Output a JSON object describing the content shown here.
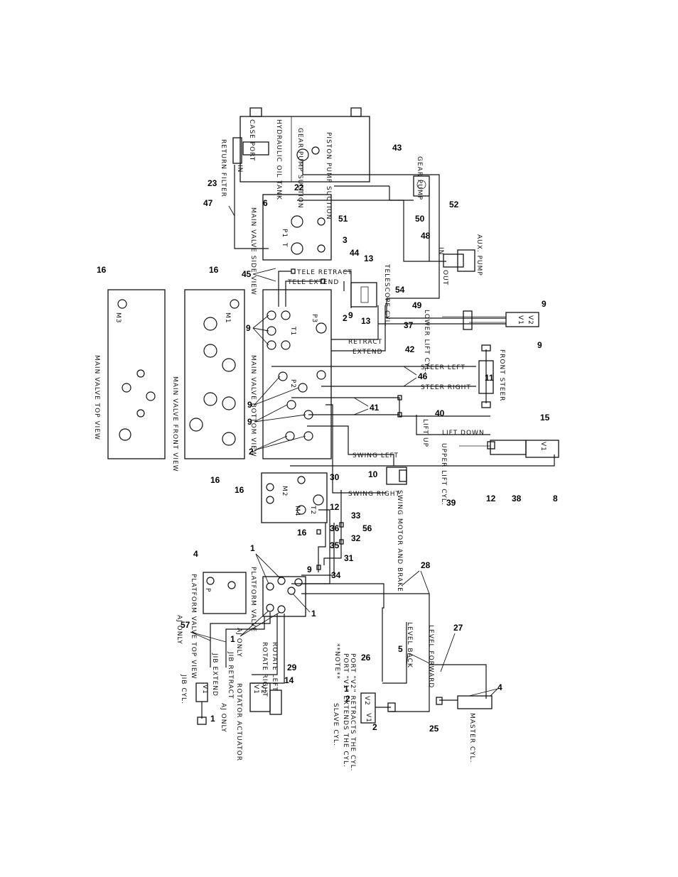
{
  "components": {
    "tank_title": "HYDRAULIC OIL TANK",
    "case_port": "CASE PORT",
    "gear_suction": "GEAR PUMP SUCTION",
    "piston_suction": "PISTON PUMP SUCTION",
    "return_filter": "RETURN FILTER",
    "in1": "IN",
    "gear_pump": "GEAR PUMP",
    "aux_pump": "AUX. PUMP",
    "out": "OUT",
    "in2": "IN",
    "mv_side": "MAIN VALVE SIDE VIEW",
    "mv_top": "MAIN VALVE TOP VIEW",
    "mv_front": "MAIN VALVE FRONT VIEW",
    "mv_bottom": "MAIN VALVE BOTTOM VIEW",
    "telescope": "TELESCOPE CYL.",
    "lower_lift": "LOWER LIFT CYL.",
    "upper_lift": "UPPER LIFT CYL.",
    "front_steer": "FRONT STEER",
    "swing_motor": "SWING MOTOR AND BRAKE",
    "platform_valve": "PLATFORM VALVE",
    "platform_top": "PLATFORM VALVE TOP VIEW",
    "jib_cyl": "JIB CYL.",
    "aj_only": "AJ ONLY",
    "rotator": "ROTATOR ACTUATOR",
    "slave": "SLAVE CYL.",
    "master": "MASTER CYL.",
    "note_title": "**NOTE**",
    "note1": "PORT \"V1\" EXTENDS THE CYL.",
    "note2": "PORT \"V2\" RETRACTS THE CYL."
  },
  "ports": {
    "p1": "P1",
    "t": "T",
    "m3": "M3",
    "m1": "M1",
    "m2": "M2",
    "m4": "M4",
    "t2": "T2",
    "p2": "P2",
    "p3": "P3",
    "t1": "T1",
    "v1": "V1",
    "v2": "V2",
    "p": "P"
  },
  "lines": {
    "tele_retract": "TELE RETRACT",
    "tele_extend": "TELE EXTEND",
    "retract": "RETRACT",
    "extend": "EXTEND",
    "steer_left": "STEER LEFT",
    "steer_right": "STEER RIGHT",
    "lift_up": "LIFT UP",
    "lift_down": "LIFT DOWN",
    "swing_left": "SWING LEFT",
    "swing_right": "SWING RIGHT",
    "jib_extend": "JIB EXTEND",
    "jib_retract": "JIB RETRACT",
    "aj_only_a": "AJ ONLY",
    "aj_only_b": "AJ ONLY",
    "rotate_right": "ROTATE RIGHT",
    "rotate_left": "ROTATE LEFT",
    "level_back": "LEVEL BACK",
    "level_forward": "LEVEL FORWARD"
  },
  "callouts": {
    "c16a": "16",
    "c16b": "16",
    "c16c": "16",
    "c16d": "16",
    "c16e": "16",
    "c23": "23",
    "c22": "22",
    "c43": "43",
    "c47": "47",
    "c6": "6",
    "c3": "3",
    "c51": "51",
    "c50": "50",
    "c52": "52",
    "c48": "48",
    "c45": "45",
    "c44": "44",
    "c13a": "13",
    "c13b": "13",
    "c9a": "9",
    "c9b": "9",
    "c9c": "9",
    "c9d": "9",
    "c9e": "9",
    "c9f": "9",
    "c9g": "9",
    "c2a": "2",
    "c2b": "2",
    "c54": "54",
    "c49": "49",
    "c37": "37",
    "c42": "42",
    "c46": "46",
    "c11": "11",
    "c41": "41",
    "c40": "40",
    "c15": "15",
    "c30": "30",
    "c10": "10",
    "c39": "39",
    "c12a": "12",
    "c12b": "12",
    "c38": "38",
    "c8": "8",
    "c33": "33",
    "c36": "36",
    "c56": "56",
    "c35": "35",
    "c32": "32",
    "c31": "31",
    "c34": "34",
    "c4a": "4",
    "c4b": "4",
    "c1a": "1",
    "c1b": "1",
    "c1c": "1",
    "c1d": "1",
    "c1e": "1",
    "c2c": "2",
    "c2d": "2",
    "c28": "28",
    "c57": "57",
    "c26": "26",
    "c5": "5",
    "c27": "27",
    "c29": "29",
    "c14": "14",
    "c25": "25"
  }
}
